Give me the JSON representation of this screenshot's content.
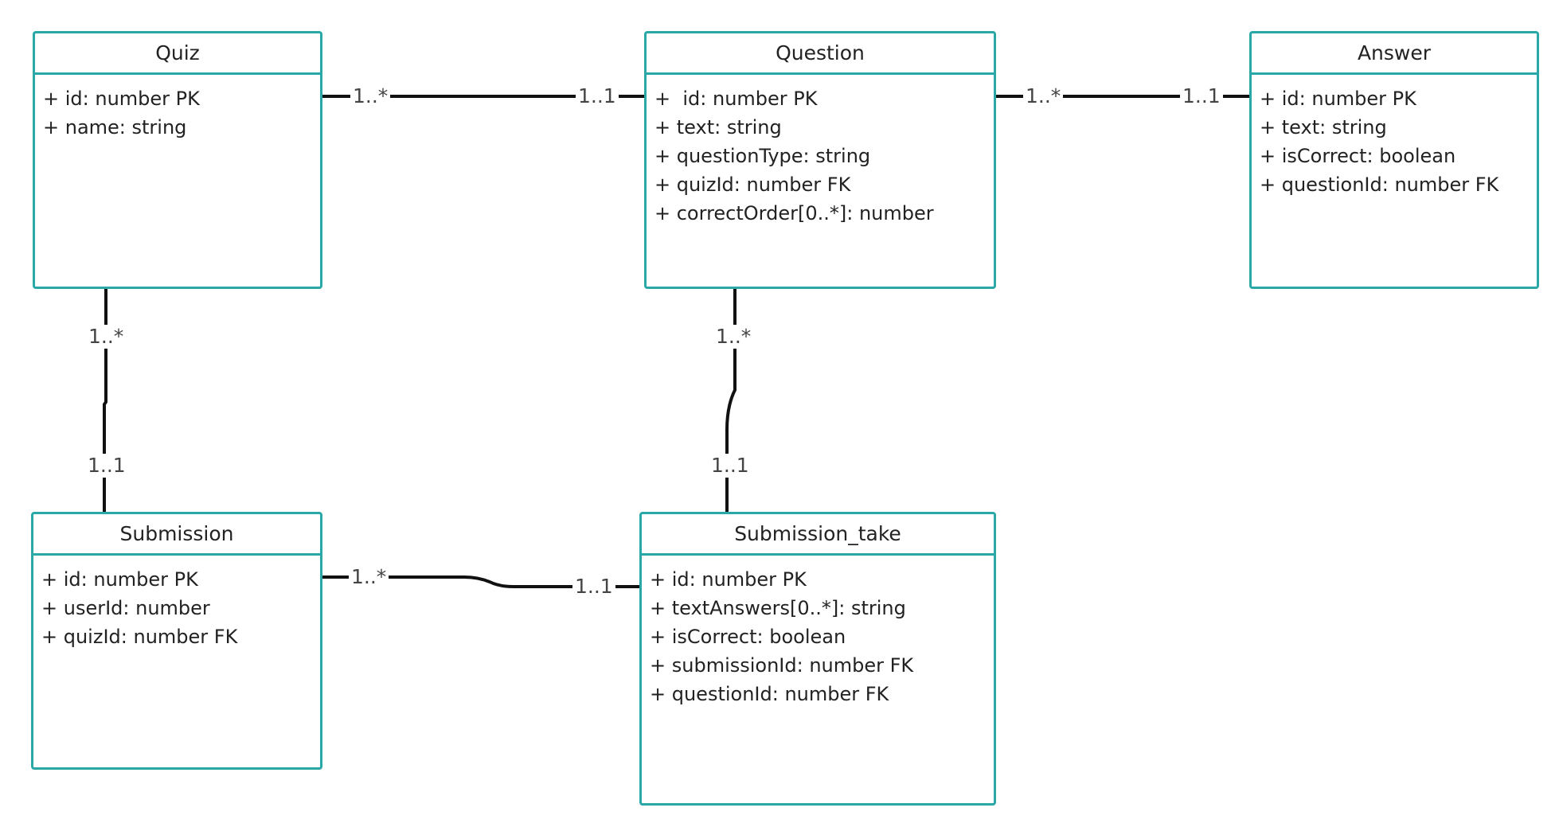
{
  "entities": {
    "quiz": {
      "name": "Quiz",
      "attributes": [
        "+ id: number PK",
        "+ name: string"
      ]
    },
    "question": {
      "name": "Question",
      "attributes": [
        "+  id: number PK",
        "+ text: string",
        "+ questionType: string",
        "+ quizId: number FK",
        "+ correctOrder[0..*]: number"
      ]
    },
    "answer": {
      "name": "Answer",
      "attributes": [
        "+ id: number PK",
        "+ text: string",
        "+ isCorrect: boolean",
        "+ questionId: number FK"
      ]
    },
    "submission": {
      "name": "Submission",
      "attributes": [
        "+ id: number PK",
        "+ userId: number",
        "+ quizId: number FK"
      ]
    },
    "submission_take": {
      "name": "Submission_take",
      "attributes": [
        "+ id: number PK",
        "+ textAnswers[0..*]: string",
        "+ isCorrect: boolean",
        "+ submissionId: number FK",
        "+ questionId: number FK"
      ]
    }
  },
  "relationships": [
    {
      "from": "Quiz",
      "to": "Question",
      "from_multiplicity": "1..*",
      "to_multiplicity": "1..1"
    },
    {
      "from": "Question",
      "to": "Answer",
      "from_multiplicity": "1..*",
      "to_multiplicity": "1..1"
    },
    {
      "from": "Quiz",
      "to": "Submission",
      "from_multiplicity": "1..*",
      "to_multiplicity": "1..1"
    },
    {
      "from": "Question",
      "to": "Submission_take",
      "from_multiplicity": "1..*",
      "to_multiplicity": "1..1"
    },
    {
      "from": "Submission",
      "to": "Submission_take",
      "from_multiplicity": "1..*",
      "to_multiplicity": "1..1"
    }
  ],
  "colors": {
    "entity_border": "#2aa7a7",
    "connector": "#111111",
    "label_text": "#444444"
  }
}
